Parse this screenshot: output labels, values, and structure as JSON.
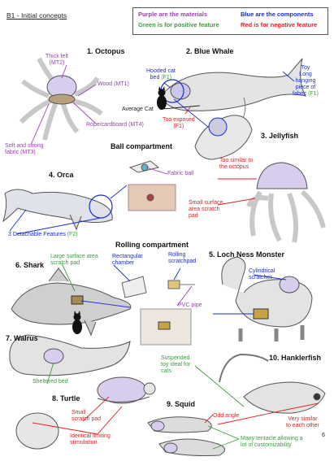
{
  "page_title": "B1 - Initial concepts",
  "legend": {
    "purple": "Purple are the materials",
    "blue": "Blue are the components",
    "green": "Green is for positive feature",
    "red": "Red is for negative feature",
    "colors": {
      "purple": "#9b3fb4",
      "blue": "#1a2ed8",
      "green": "#3f9a3f",
      "red": "#e02222"
    }
  },
  "concepts": {
    "octopus": {
      "title": "1. Octopus",
      "thick_felt": "Thick felt",
      "thick_felt_code": "(MT2)",
      "wood": "Wood",
      "wood_code": "(MT1)",
      "rope": "Rope/cardboard",
      "rope_code": "(MT4)",
      "fabric_1": "Soft and strong",
      "fabric_2": "fabric",
      "fabric_code": "(MT3)"
    },
    "blue_whale": {
      "title": "2. Blue Whale",
      "bed_1": "Hooded cat",
      "bed_2": "bed",
      "bed_code": "(F1)",
      "toy_1": "Toy",
      "toy_2": "Long",
      "toy_3": "hanging",
      "toy_4": "piece of",
      "toy_5": "fabric",
      "toy_code": "(F1)",
      "exposed_1": "Too exposed",
      "exposed_2": "(F1)",
      "average_cat": "Average Cat"
    },
    "ball_compartment": {
      "title": "Ball compartment",
      "fabric_ball": "Fabric ball"
    },
    "jellyfish": {
      "title": "3. Jellyfish",
      "similar_1": "Too similar to",
      "similar_2": "the octopus",
      "pad_1": "Small surface",
      "pad_2": "area scratch",
      "pad_3": "pad"
    },
    "orca": {
      "title": "4. Orca",
      "detachable": "3 Detachable Features",
      "detachable_code": "(F2)"
    },
    "rolling_compartment": {
      "title": "Rolling compartment",
      "chamber_1": "Rectangular",
      "chamber_2": "chamber",
      "scratchpad_1": "Rolling",
      "scratchpad_2": "scratchpad",
      "pvc": "PVC pipe"
    },
    "shark": {
      "title": "6. Shark",
      "large_1": "Large surface area",
      "large_2": "scratch pad"
    },
    "loch_ness": {
      "title": "5. Loch Ness Monster",
      "cyl_1": "Cylindrical",
      "cyl_2": "scratcher"
    },
    "walrus": {
      "title": "7. Walrus",
      "sheltered": "Sheltered bed"
    },
    "hanklerfish": {
      "title": "10. Hanklerfish",
      "suspended_1": "Suspended",
      "suspended_2": "toy ideal for",
      "suspended_3": "cats",
      "similar_1": "Very similar",
      "similar_2": "to each other"
    },
    "turtle": {
      "title": "8. Turtle",
      "small_1": "Small",
      "small_2": "scratch pad",
      "limiting_1": "Identical limiting",
      "limiting_2": "stimulation"
    },
    "squid": {
      "title": "9. Squid",
      "odd": "Odd angle",
      "many_1": "Many tentacle allowing a",
      "many_2": "lot of customizability"
    }
  },
  "page_number": "6"
}
